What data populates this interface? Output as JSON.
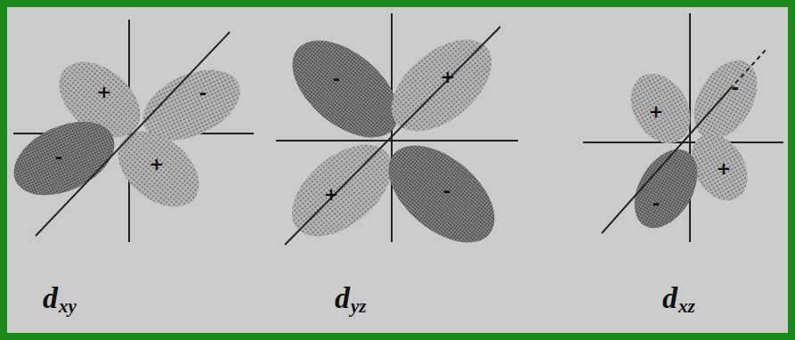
{
  "diagram": {
    "labels": [
      "+",
      "-",
      "-",
      "+",
      "d",
      "xy",
      "-",
      "+",
      "+",
      "-",
      "d",
      "yz",
      "+",
      "-",
      "+",
      "-",
      "d",
      "xz"
    ]
  }
}
